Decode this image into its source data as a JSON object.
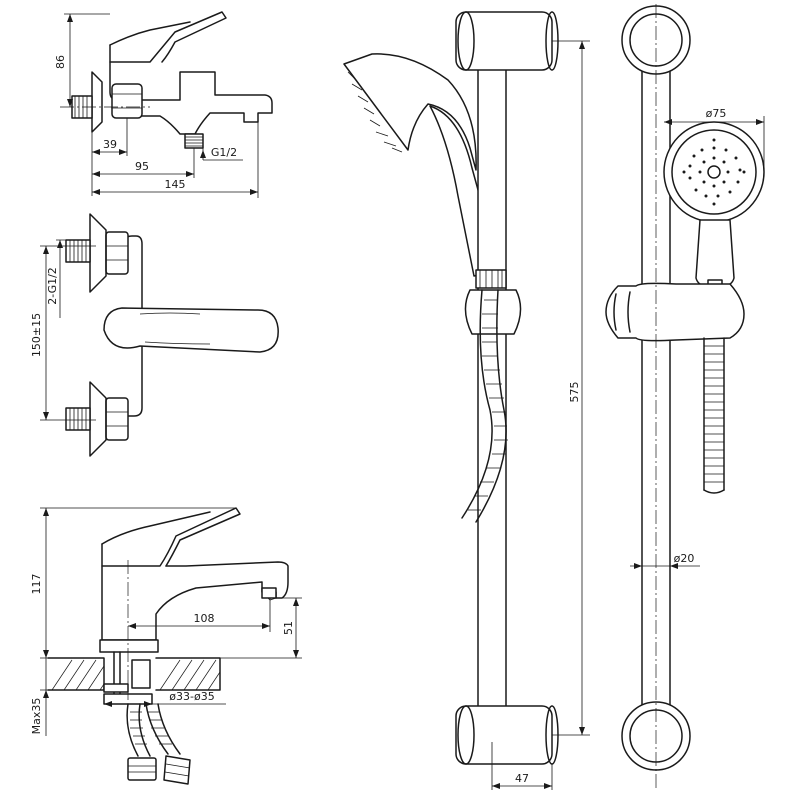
{
  "dimensions": {
    "bath_mixer": {
      "height": "86",
      "inlet_offset": "39",
      "spout_offset": "95",
      "overall_width": "145",
      "outlet_thread": "G1/2"
    },
    "wall_view": {
      "inlet_thread": "2-G1/2",
      "inlet_spacing": "150±15"
    },
    "basin_mixer": {
      "height": "117",
      "spout_reach": "108",
      "spout_clearance": "51",
      "mounting_max": "Max35",
      "hole_diameter": "ø33-ø35"
    },
    "shower_rail": {
      "rail_length": "575",
      "bracket_depth": "47",
      "head_diameter": "ø75",
      "bar_diameter": "ø20"
    }
  },
  "colors": {
    "line": "#1a1a1a",
    "background": "#ffffff"
  }
}
